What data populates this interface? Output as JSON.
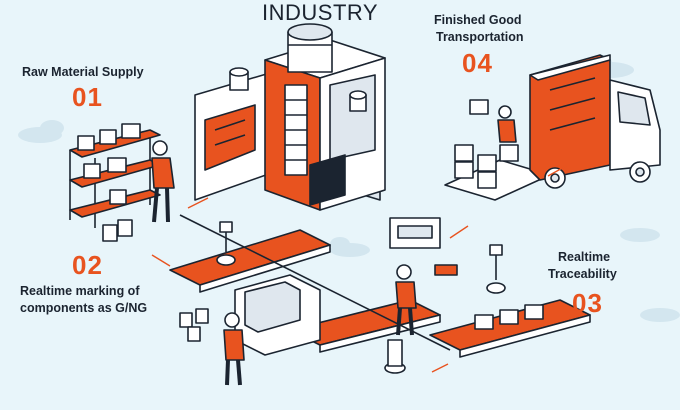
{
  "title": "INDUSTRY",
  "colors": {
    "accent": "#e8531f",
    "outline": "#1b2430",
    "background": "#e8f5fa",
    "light": "#ffffff",
    "shade": "#dfe7ee"
  },
  "steps": [
    {
      "number": "01",
      "label": "Raw Material Supply"
    },
    {
      "number": "02",
      "label_line1": "Realtime marking of",
      "label_line2": "components as G/NG"
    },
    {
      "number": "03",
      "label_line1": "Realtime",
      "label_line2": "Traceability"
    },
    {
      "number": "04",
      "label_line1": "Finished Good",
      "label_line2": "Transportation"
    }
  ]
}
